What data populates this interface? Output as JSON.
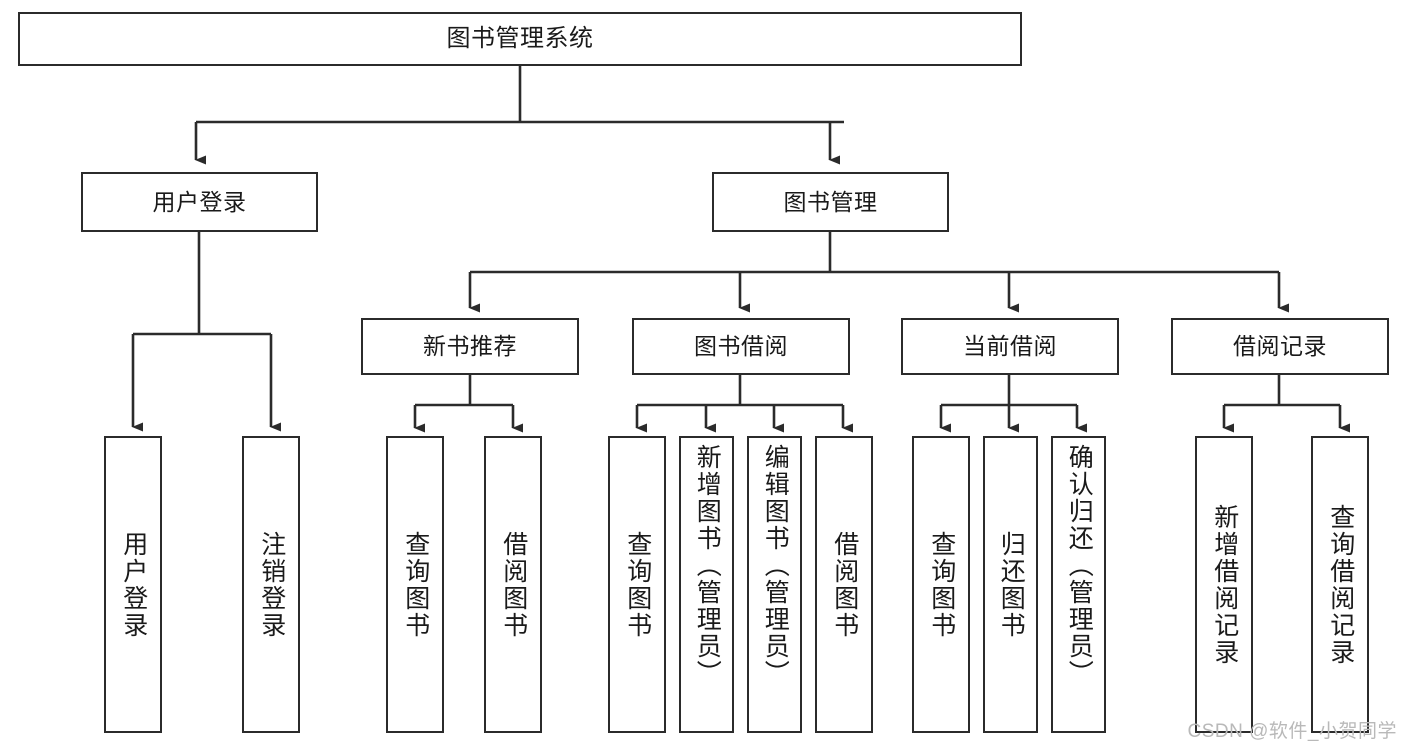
{
  "diagram": {
    "title": "图书管理系统",
    "watermark": "CSDN @软件_小贺同学",
    "edge_color": "#2b2b2b",
    "box_border_color": "#2b2b2b",
    "box_fill_color": "#ffffff",
    "background_color": "#ffffff",
    "root": {
      "label": "图书管理系统"
    },
    "level1": [
      {
        "label": "用户登录"
      },
      {
        "label": "图书管理"
      }
    ],
    "level2": [
      {
        "label": "新书推荐"
      },
      {
        "label": "图书借阅"
      },
      {
        "label": "当前借阅"
      },
      {
        "label": "借阅记录"
      }
    ],
    "leaves": {
      "user_login": [
        {
          "label": "用户登录"
        },
        {
          "label": "注销登录"
        }
      ],
      "new_book_recommend": [
        {
          "label": "查询图书"
        },
        {
          "label": "借阅图书"
        }
      ],
      "book_borrow": [
        {
          "label": "查询图书"
        },
        {
          "label": "新增图书（管理员）"
        },
        {
          "label": "编辑图书（管理员）"
        },
        {
          "label": "借阅图书"
        }
      ],
      "current_borrow": [
        {
          "label": "查询图书"
        },
        {
          "label": "归还图书"
        },
        {
          "label": "确认归还（管理员）"
        }
      ],
      "borrow_record": [
        {
          "label": "新增借阅记录"
        },
        {
          "label": "查询借阅记录"
        }
      ]
    }
  }
}
